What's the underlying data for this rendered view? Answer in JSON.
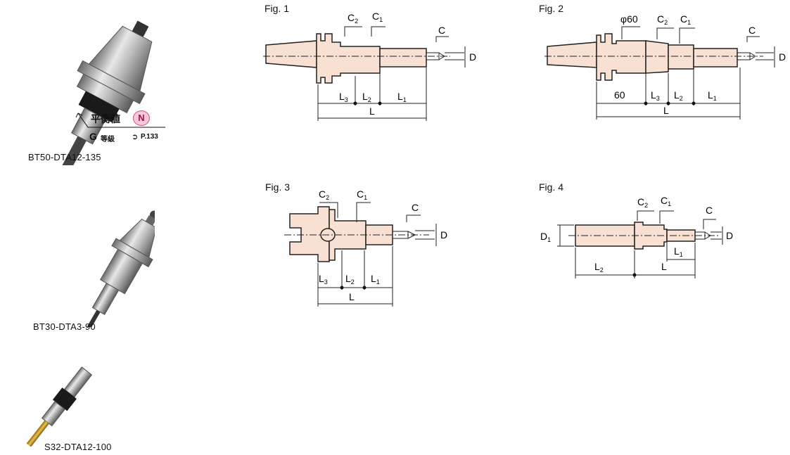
{
  "photos": [
    {
      "caption": "BT50-DTA12-135"
    },
    {
      "caption": "BT30-DTA3-90"
    },
    {
      "caption": "S32-DTA12-100"
    }
  ],
  "balance": {
    "label": "平衡値",
    "badge": "N",
    "grade_letter": "G",
    "grade_label": "等級",
    "page_ref": "P.133"
  },
  "figures": [
    {
      "title": "Fig. 1"
    },
    {
      "title": "Fig. 2"
    },
    {
      "title": "Fig. 3"
    },
    {
      "title": "Fig. 4"
    }
  ],
  "dims": {
    "C": "C",
    "C1": "C",
    "C1_sub": "1",
    "C2": "C",
    "C2_sub": "2",
    "D": "D",
    "D1": "D",
    "D1_sub": "1",
    "L": "L",
    "L1": "L",
    "L1_sub": "1",
    "L2": "L",
    "L2_sub": "2",
    "L3": "L",
    "L3_sub": "3",
    "phi60": "φ60",
    "sixty": "60"
  },
  "colors": {
    "body_fill": "#f8e1d2",
    "outline": "#222222"
  }
}
